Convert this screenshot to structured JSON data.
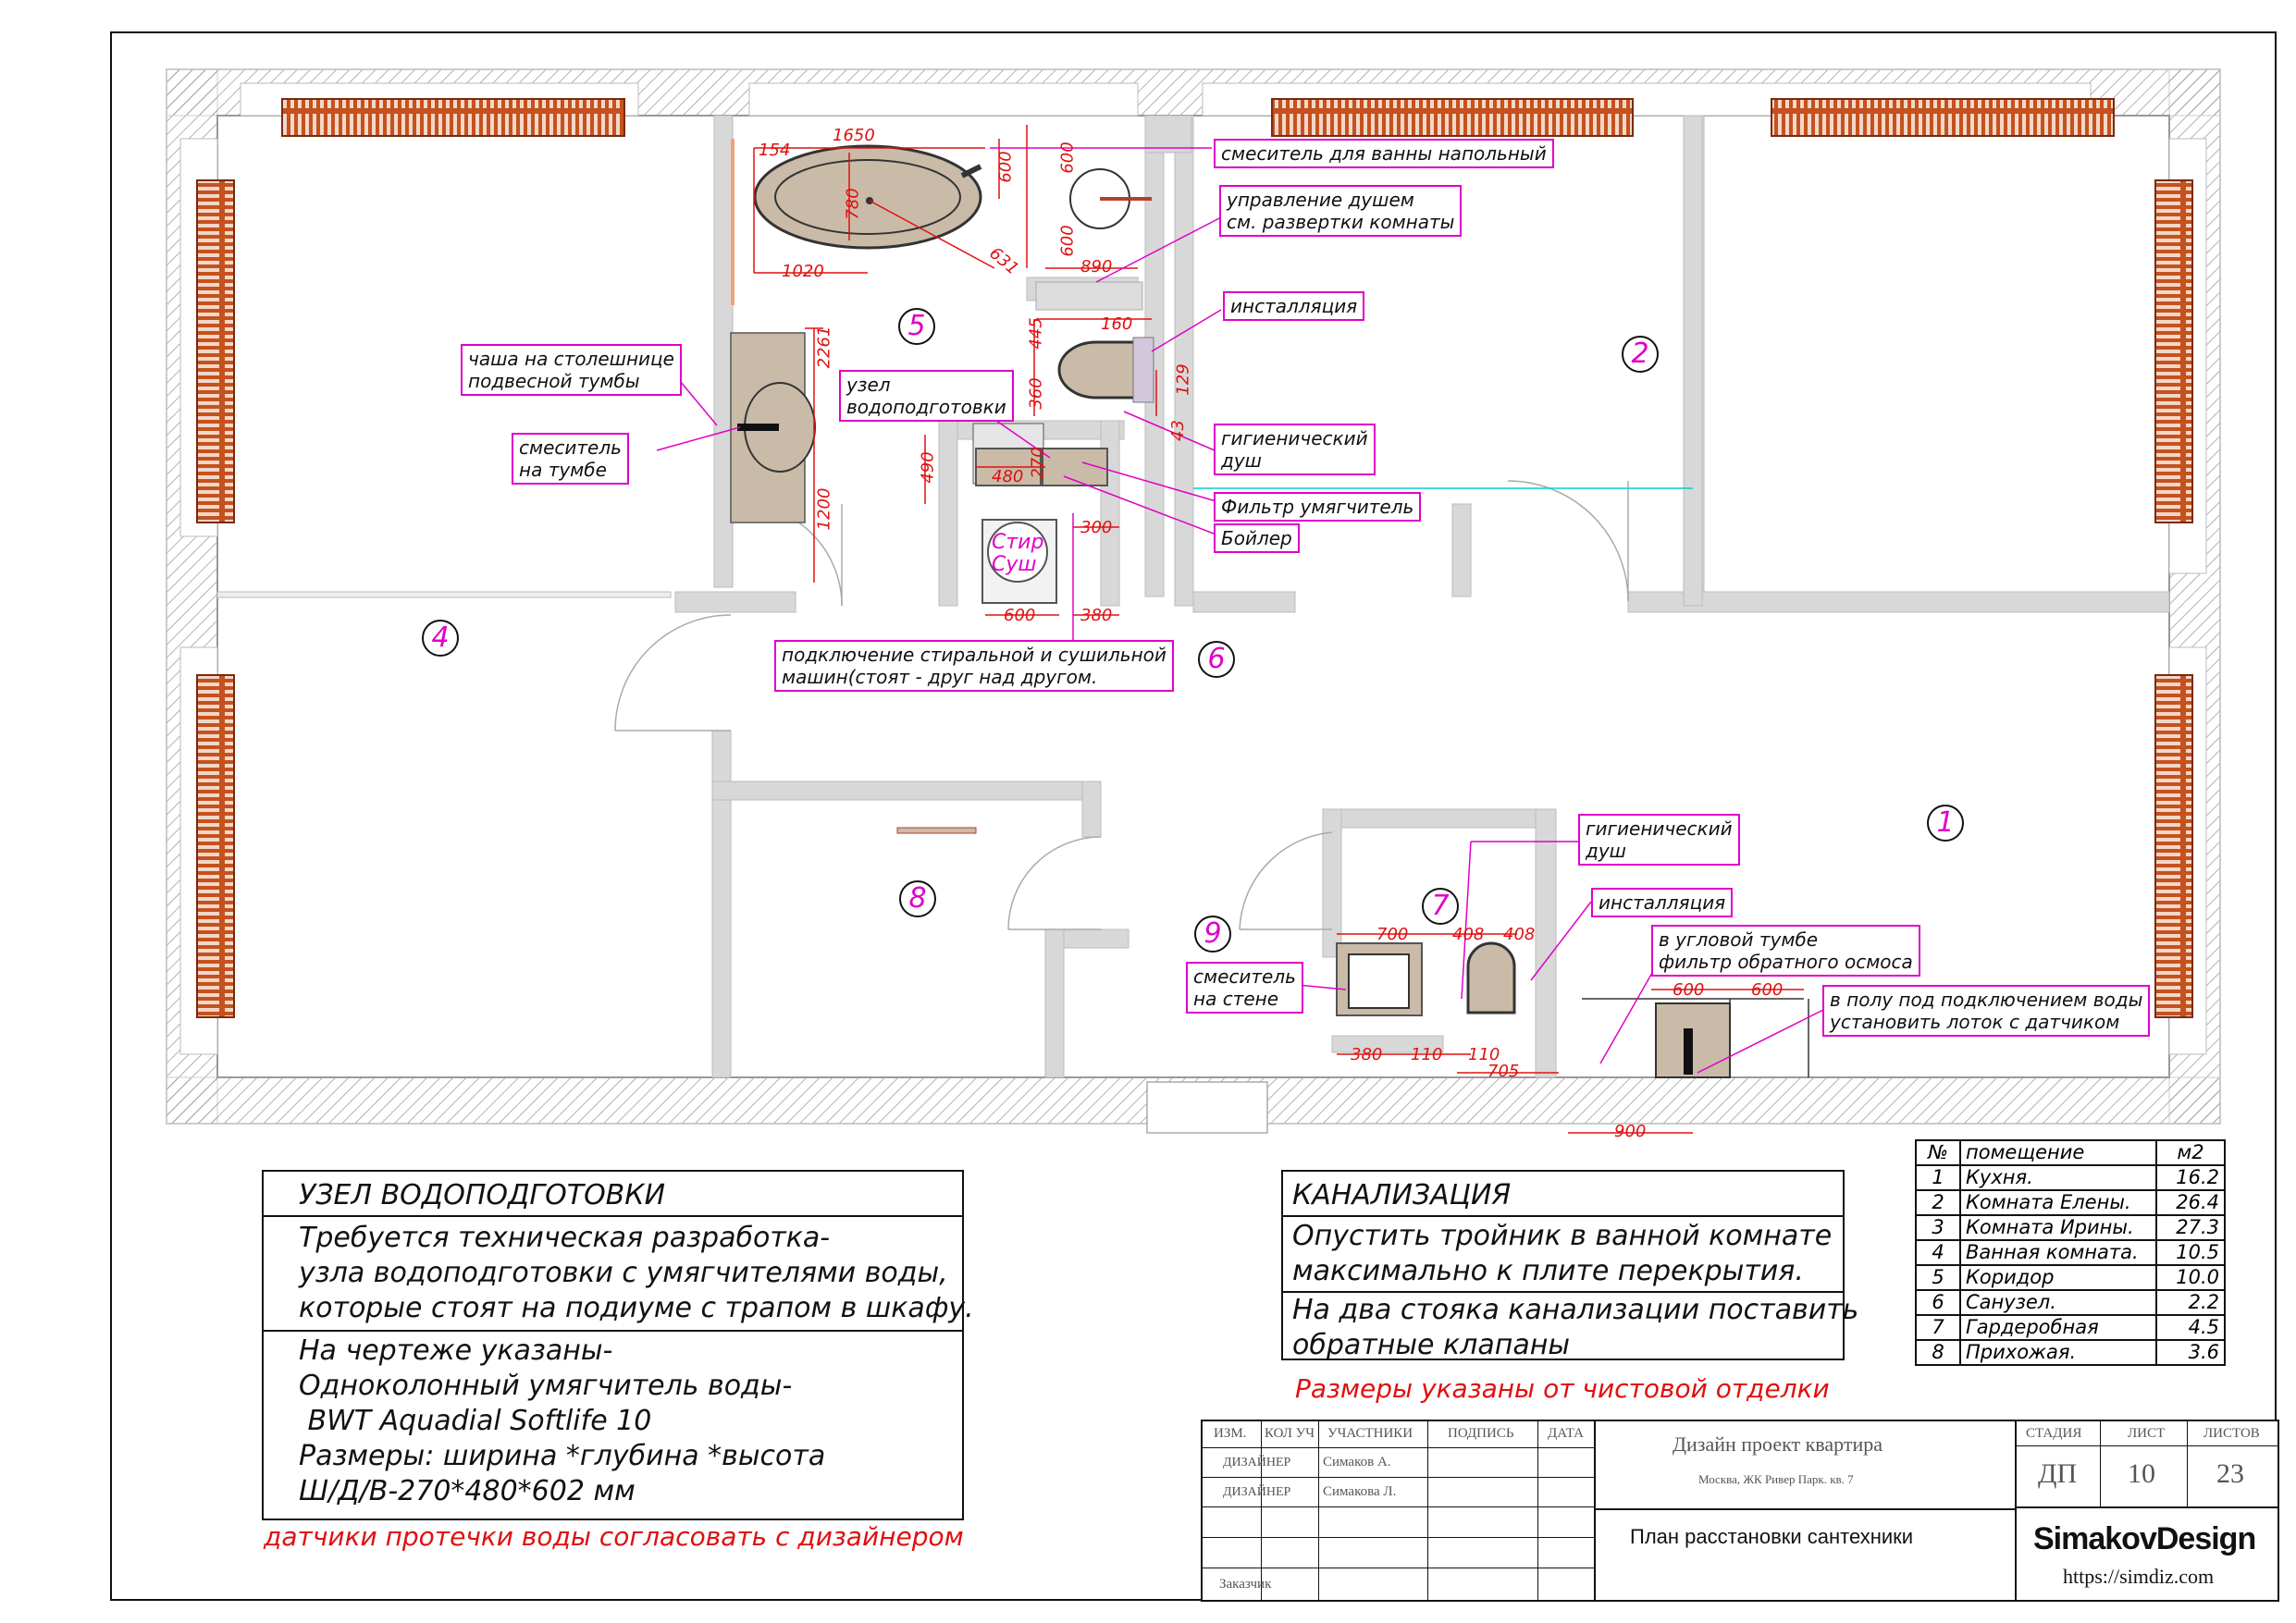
{
  "rooms_on_plan": [
    {
      "num": "1"
    },
    {
      "num": "2"
    },
    {
      "num": "4"
    },
    {
      "num": "5"
    },
    {
      "num": "6"
    },
    {
      "num": "7"
    },
    {
      "num": "8"
    },
    {
      "num": "9"
    }
  ],
  "callouts": {
    "bath_mixer": "смеситель для ванны напольный",
    "shower_control": "управление душем\nсм. развертки комнаты",
    "installation_top": "инсталляция",
    "hygienic_shower_top": "гигиенический\nдуш",
    "softener_filter": "Фильтр умягчитель",
    "boiler": "Бойлер",
    "basin": "чаша на столешнице\nподвесной тумбы",
    "basin_mixer": "смеситель\nна тумбе",
    "water_node": "узел\nводоподготовки",
    "washer_connection": "подключение стиральной и сушильной\nмашин(стоят - друг над другом.",
    "hygienic_shower_bottom": "гигиенический\nдуш",
    "installation_bottom": "инсталляция",
    "corner_cabinet": "в угловой тумбе\nфильтр обратного осмоса",
    "floor_tray": "в полу под подключением воды\nустановить лоток с датчиком",
    "wall_mixer": "смеситель\nна стене",
    "washer_label": "Стир\nСуш"
  },
  "dimensions": {
    "d1650": "1650",
    "d154": "154",
    "d600a": "600",
    "d780": "780",
    "d1020": "1020",
    "d631": "631",
    "d600b": "600",
    "d600c": "600",
    "d890": "890",
    "d160": "160",
    "d445": "445",
    "d360": "360",
    "d129": "129",
    "d43": "43",
    "d2261": "2261",
    "d1200": "1200",
    "d490": "490",
    "d480": "480",
    "d270": "270",
    "d300": "300",
    "d380a": "380",
    "d600d": "600",
    "d700": "700",
    "d408a": "408",
    "d408b": "408",
    "d380b": "380",
    "d110a": "110",
    "d110b": "110",
    "d705": "705",
    "d600e": "600",
    "d600f": "600",
    "d900": "900"
  },
  "water_node_box": {
    "title": "УЗЕЛ ВОДОПОДГОТОВКИ",
    "lines_a": [
      "Требуется техническая разработка-",
      "узла водоподготовки с умягчителями воды,",
      "которые стоят на подиуме с трапом в шкафу."
    ],
    "lines_b": [
      "На чертеже указаны-",
      "Одноколонный умягчитель воды-",
      " BWT Aquadial Softlife 10",
      "Размеры: ширина *глубина *высота",
      "Ш/Д/В-270*480*602 мм"
    ]
  },
  "leak_note": "датчики протечки воды согласовать с дизайнером",
  "sewage_box": {
    "title": "КАНАЛИЗАЦИЯ",
    "lines_a": [
      "Опустить тройник в ванной комнате",
      "максимально к плите перекрытия."
    ],
    "lines_b": [
      "На два стояка канализации поставить",
      "обратные клапаны"
    ]
  },
  "finish_note": "Размеры указаны от чистовой отделки",
  "room_table": {
    "headers": [
      "№",
      "помещение",
      "м2"
    ],
    "rows": [
      [
        "1",
        "Кухня.",
        "16.2"
      ],
      [
        "2",
        "Комната Елены.",
        "26.4"
      ],
      [
        "3",
        "Комната Ирины.",
        "27.3"
      ],
      [
        "4",
        "Ванная комната.",
        "10.5"
      ],
      [
        "5",
        "Коридор",
        "10.0"
      ],
      [
        "6",
        "Санузел.",
        "2.2"
      ],
      [
        "7",
        "Гардеробная",
        "4.5"
      ],
      [
        "8",
        "Прихожая.",
        "3.6"
      ]
    ]
  },
  "stamp": {
    "col_izm": "ИЗМ.",
    "col_kol": "КОЛ УЧ",
    "col_part": "УЧАСТНИКИ",
    "col_sign": "ПОДПИСЬ",
    "col_date": "ДАТА",
    "role1": "ДИЗАЙНЕР",
    "name1": "Симаков А.",
    "role2": "ДИЗАЙНЕР",
    "name2": "Симакова Л.",
    "customer": "Заказчик",
    "project": "Дизайн проект квартира",
    "address": "Москва, ЖК Ривер Парк. кв. 7",
    "sheet_title": "План расстановки сантехники",
    "stage_h": "СТАДИЯ",
    "sheet_h": "ЛИСТ",
    "sheets_h": "ЛИСТОВ",
    "stage": "ДП",
    "sheet": "10",
    "sheets": "23",
    "brand": "SimakovDesign",
    "url": "https://simdiz.com"
  },
  "colors": {
    "dim": "#e01010",
    "callout": "#e000c8",
    "wall": "#d8d8d8",
    "radiator": "#b8401a",
    "fixture": "#c9bba8"
  }
}
